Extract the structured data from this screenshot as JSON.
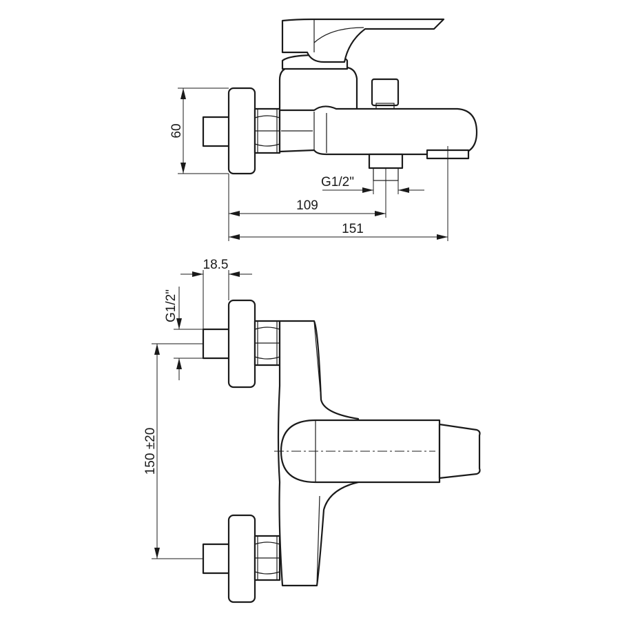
{
  "dimensions": {
    "side_height": "60",
    "thread_top": "G1/2\"",
    "outlet_distance": "109",
    "total_depth": "151",
    "flange_depth": "18.5",
    "thread_front": "G1/2\"",
    "center_distance": "150 ±20"
  },
  "colors": {
    "line": "#1a1a1a",
    "background": "#ffffff"
  }
}
